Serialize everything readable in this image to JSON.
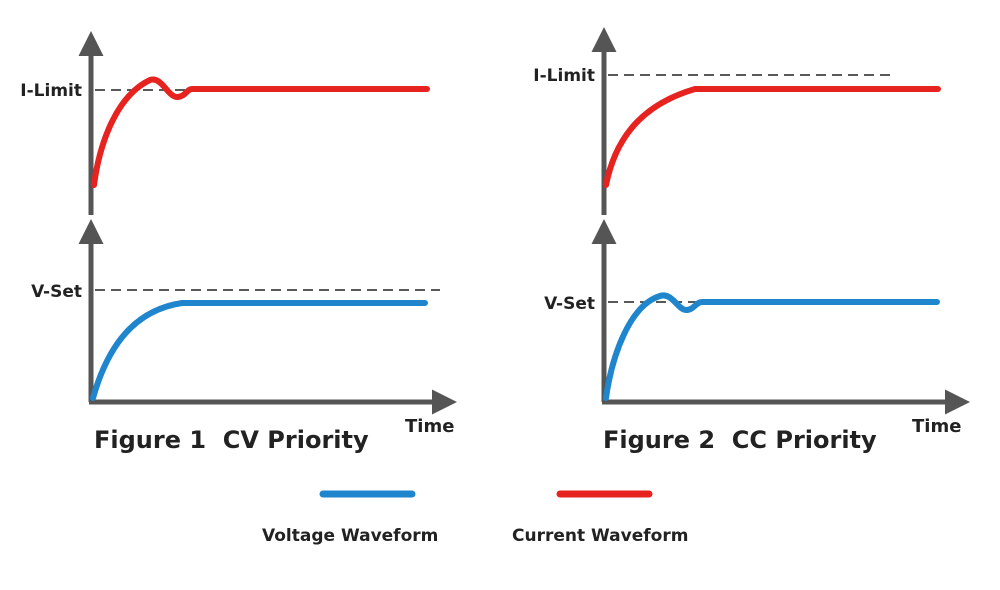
{
  "colors": {
    "voltage": "#1f86cd",
    "current": "#e6231f",
    "axis": "#555555",
    "reference": "#222222"
  },
  "figures": [
    {
      "caption": "Figure 1  CV Priority",
      "current_level_label": "I-Limit",
      "voltage_level_label": "V-Set",
      "time_label": "Time"
    },
    {
      "caption": "Figure 2  CC Priority",
      "current_level_label": "I-Limit",
      "voltage_level_label": "V-Set",
      "time_label": "Time"
    }
  ],
  "legend": {
    "voltage_label": "Voltage Waveform",
    "current_label": "Current Waveform"
  }
}
